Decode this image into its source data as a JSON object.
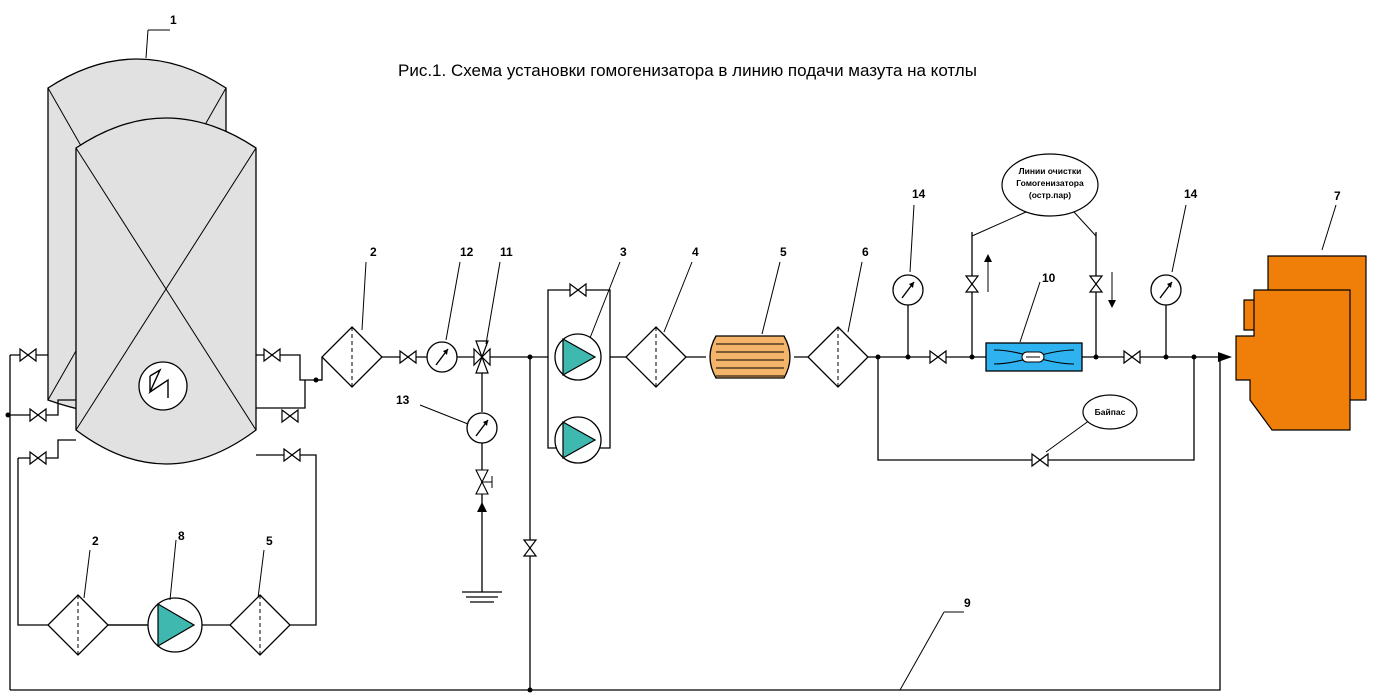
{
  "title": "Рис.1. Схема установки гомогенизатора в линию подачи мазута на котлы",
  "labels": {
    "n1": "1",
    "n2a": "2",
    "n2b": "2",
    "n3": "3",
    "n4": "4",
    "n5a": "5",
    "n5b": "5",
    "n6": "6",
    "n7": "7",
    "n8": "8",
    "n9": "9",
    "n10": "10",
    "n11": "11",
    "n12": "12",
    "n13": "13",
    "n14a": "14",
    "n14b": "14"
  },
  "notes": {
    "cleaning_line_1": "Линии очистки",
    "cleaning_line_2": "Гомогенизатора",
    "cleaning_line_3": "(остр.пар)",
    "bypass": "Байпас"
  },
  "colors": {
    "tank_fill": "#e1e1e1",
    "pump_fill": "#3fb8b0",
    "heater_fill": "#f4b46a",
    "homogenizer_fill": "#2fb3f0",
    "boiler_fill": "#f07f0a"
  }
}
